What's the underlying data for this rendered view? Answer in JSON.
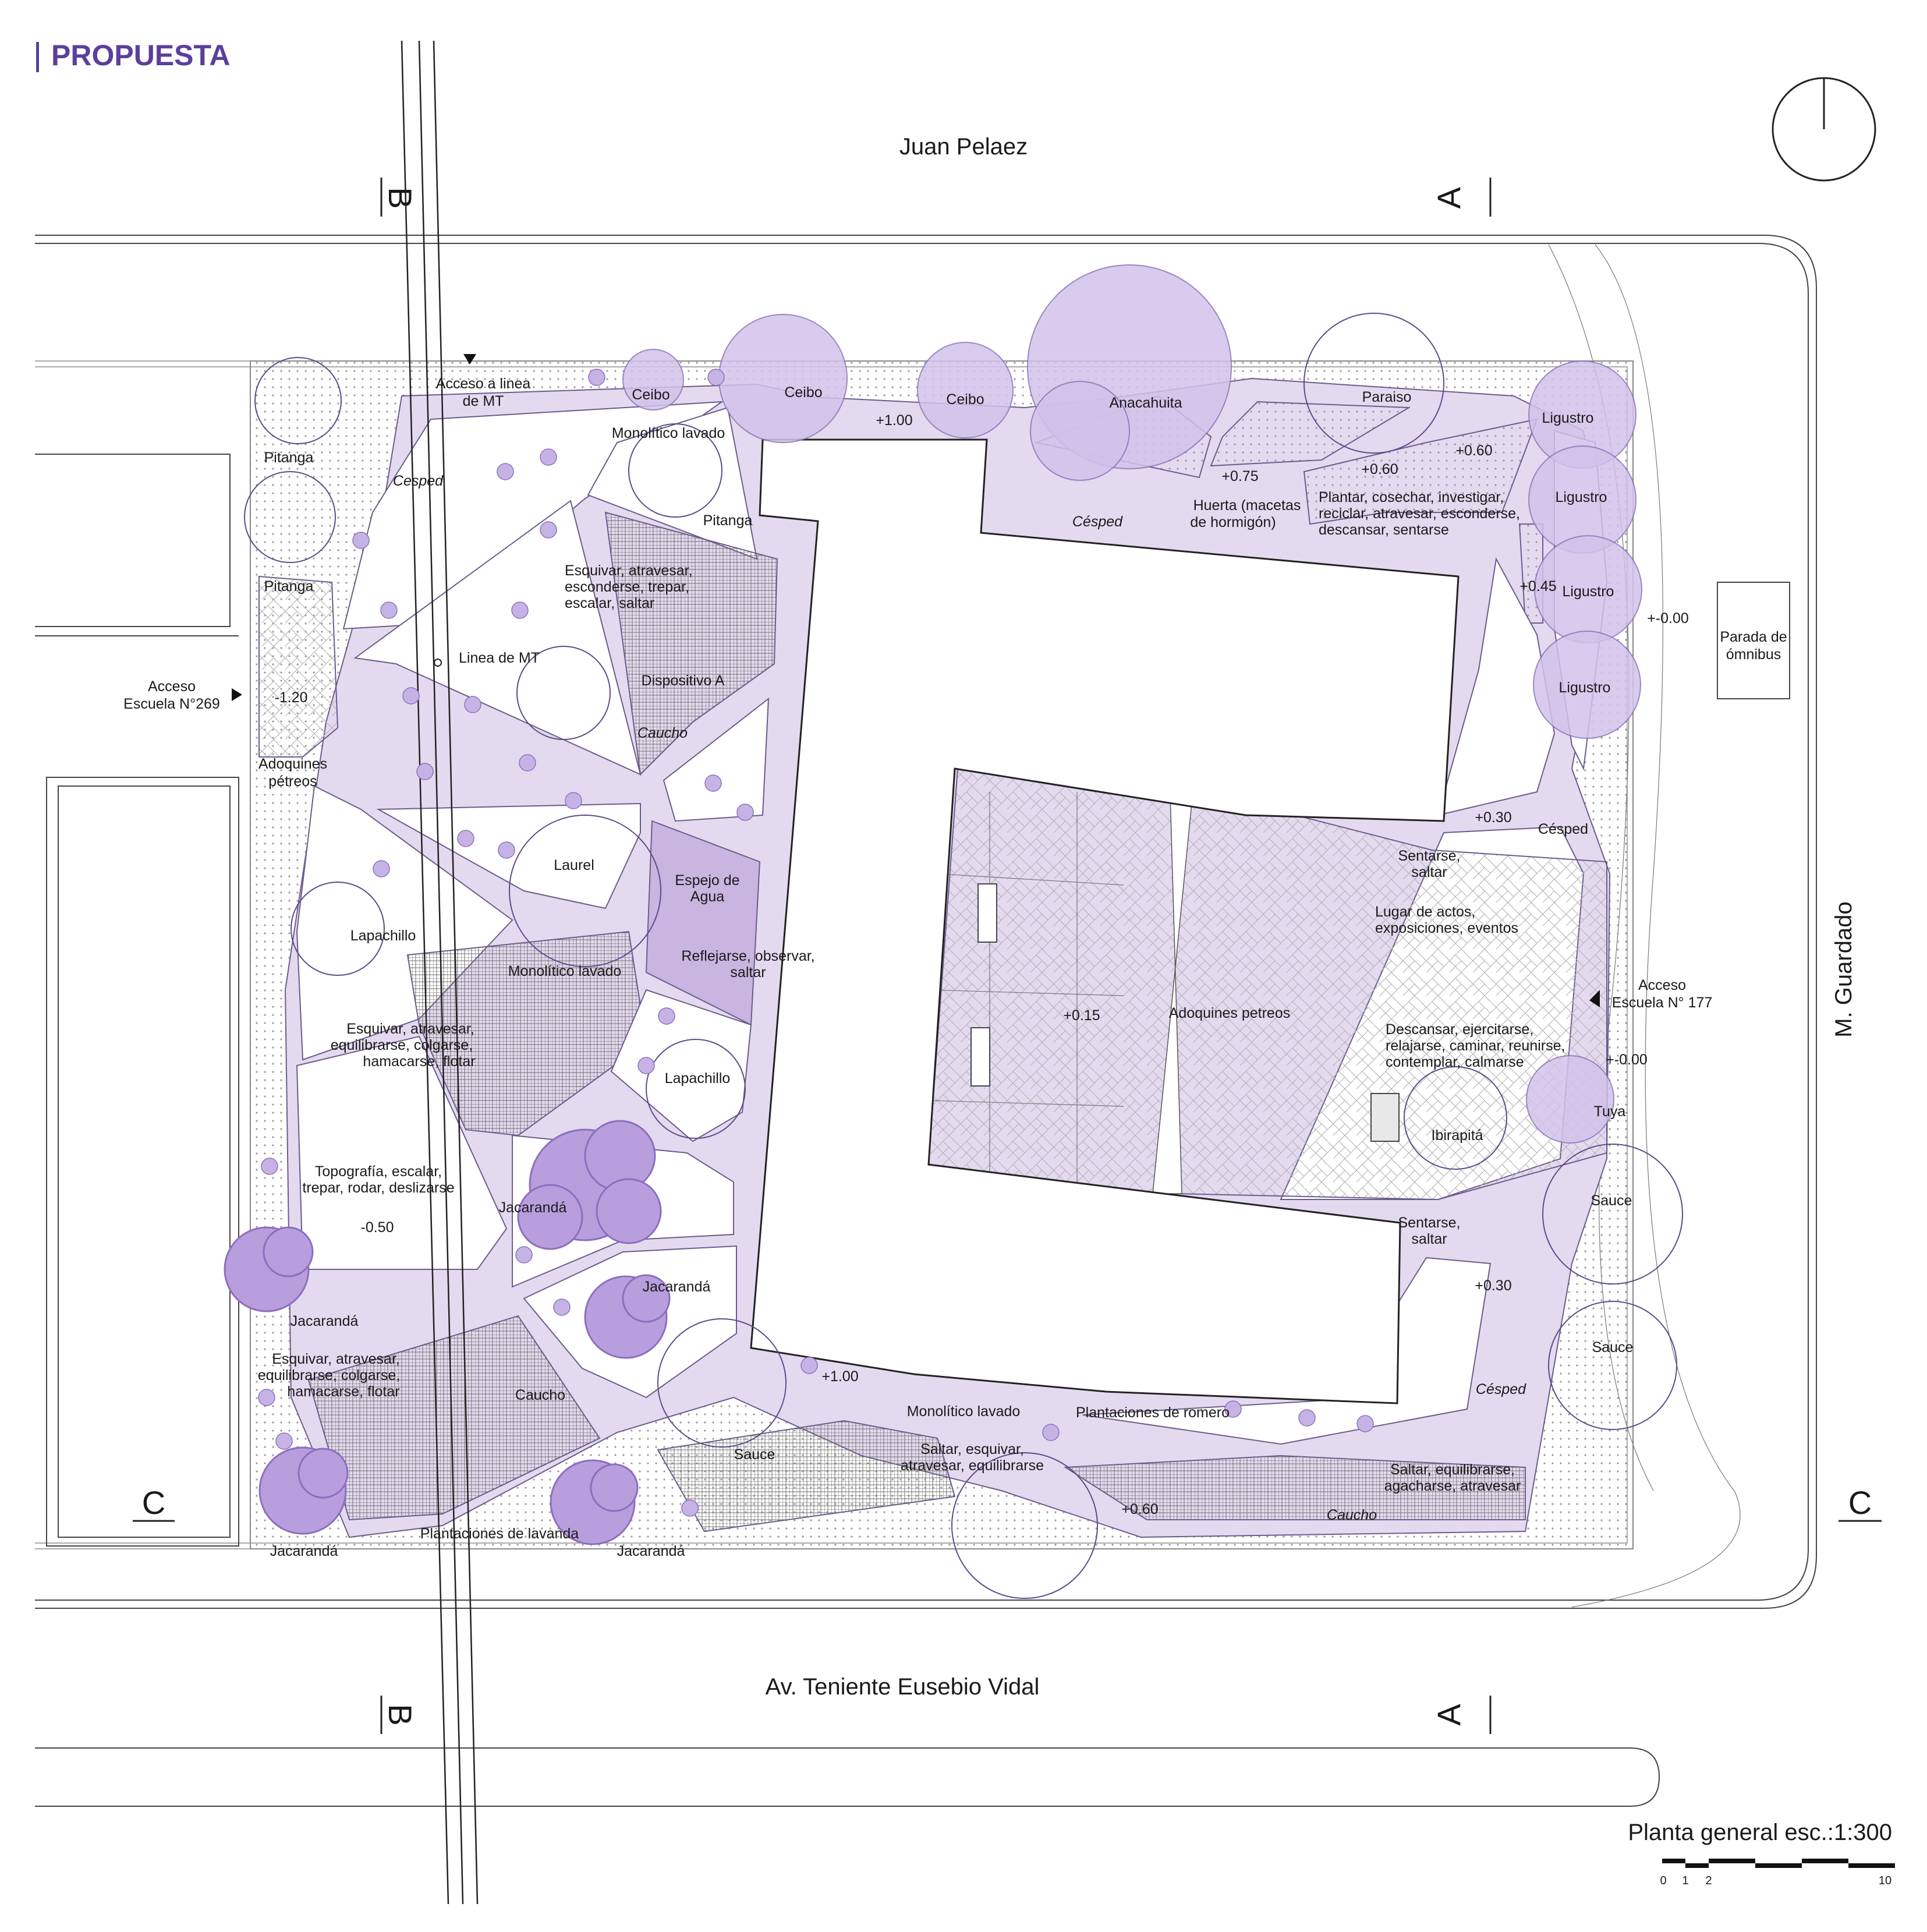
{
  "title": "PROPUESTA",
  "streets": {
    "north": "Juan Pelaez",
    "south": "Av. Teniente Eusebio Vidal",
    "east": "M. Guardado"
  },
  "sections": {
    "a": "A",
    "b": "B",
    "c": "C"
  },
  "accesses": {
    "school_269": [
      "Acceso",
      "Escuela N°269"
    ],
    "school_177": [
      "Acceso",
      "Escuela N° 177"
    ],
    "mt_line": [
      "Acceso a linea",
      "de MT"
    ],
    "bus_stop": [
      "Parada de",
      "ómnibus"
    ]
  },
  "trees": {
    "ceibo": "Ceibo",
    "anacahuita": "Anacahuita",
    "paraiso": "Paraiso",
    "ligustro": "Ligustro",
    "pitanga": "Pitanga",
    "laurel": "Laurel",
    "lapachillo": "Lapachillo",
    "jacaranda": "Jacarandá",
    "sauce": "Sauce",
    "tuya": "Tuya",
    "ibirapita": "Ibirapitá"
  },
  "labels": {
    "cesped_italic_1": "Cesped",
    "cesped_italic_2": "Césped",
    "cesped_plain": "Césped",
    "monolitico_lavado": "Monolítico lavado",
    "linea_mt": "Linea de MT",
    "huerta": [
      "Huerta (macetas",
      "de hormigón)"
    ],
    "plantar": [
      "Plantar, cosechar, investigar,",
      "reciclar, atravesar, esconderse,",
      "descansar, sentarse"
    ],
    "esquivar_top": [
      "Esquivar, atravesar,",
      "esconderse, trepar,",
      "escalar, saltar"
    ],
    "dispositivo_a": "Dispositivo A",
    "caucho": "Caucho",
    "adoquines_petreos_w": [
      "Adoquines",
      "pétreos"
    ],
    "espejo": [
      "Espejo de",
      "Agua"
    ],
    "reflejarse": [
      "Reflejarse, observar,",
      "saltar"
    ],
    "esquivar_mid": [
      "Esquivar, atravesar,",
      "equilibrarse, colgarse,",
      "hamacarse, flotar"
    ],
    "topografia": [
      "Topografía, escalar,",
      "trepar, rodar, deslizarse"
    ],
    "esquivar_low": [
      "Esquivar, atravesar,",
      "equilibrarse, colgarse,",
      "hamacarse, flotar"
    ],
    "lavanda": "Plantaciones de lavanda",
    "romero": "Plantaciones de romero",
    "saltar_esquivar": [
      "Saltar, esquivar,",
      "atravesar, equilibrarse"
    ],
    "saltar_equil": [
      "Saltar, equilibrarse,",
      "agacharse, atravesar"
    ],
    "sentarse": [
      "Sentarse,",
      "saltar"
    ],
    "lugar_actos": [
      "Lugar de actos,",
      "exposiciones, eventos"
    ],
    "adoquines_petreos_e": "Adoquines petreos",
    "descansar": [
      "Descansar, ejercitarse,",
      "relajarse, caminar, reunirse,",
      "contemplar, calmarse"
    ]
  },
  "levels": {
    "p100": "+1.00",
    "p075": "+0.75",
    "p060": "+0.60",
    "p045": "+0.45",
    "p030": "+0.30",
    "p015": "+0.15",
    "pm000": "+-0.00",
    "m120": "-1.20",
    "m050": "-0.50"
  },
  "scale": {
    "title": "Planta general esc.:1:300",
    "ticks": [
      "0",
      "1",
      "2",
      "10"
    ]
  },
  "colors": {
    "accent": "#5b3f9c",
    "path": "#e4daf0",
    "tree_fill": "#d2c2ea",
    "jacaranda": "#b99ede"
  }
}
